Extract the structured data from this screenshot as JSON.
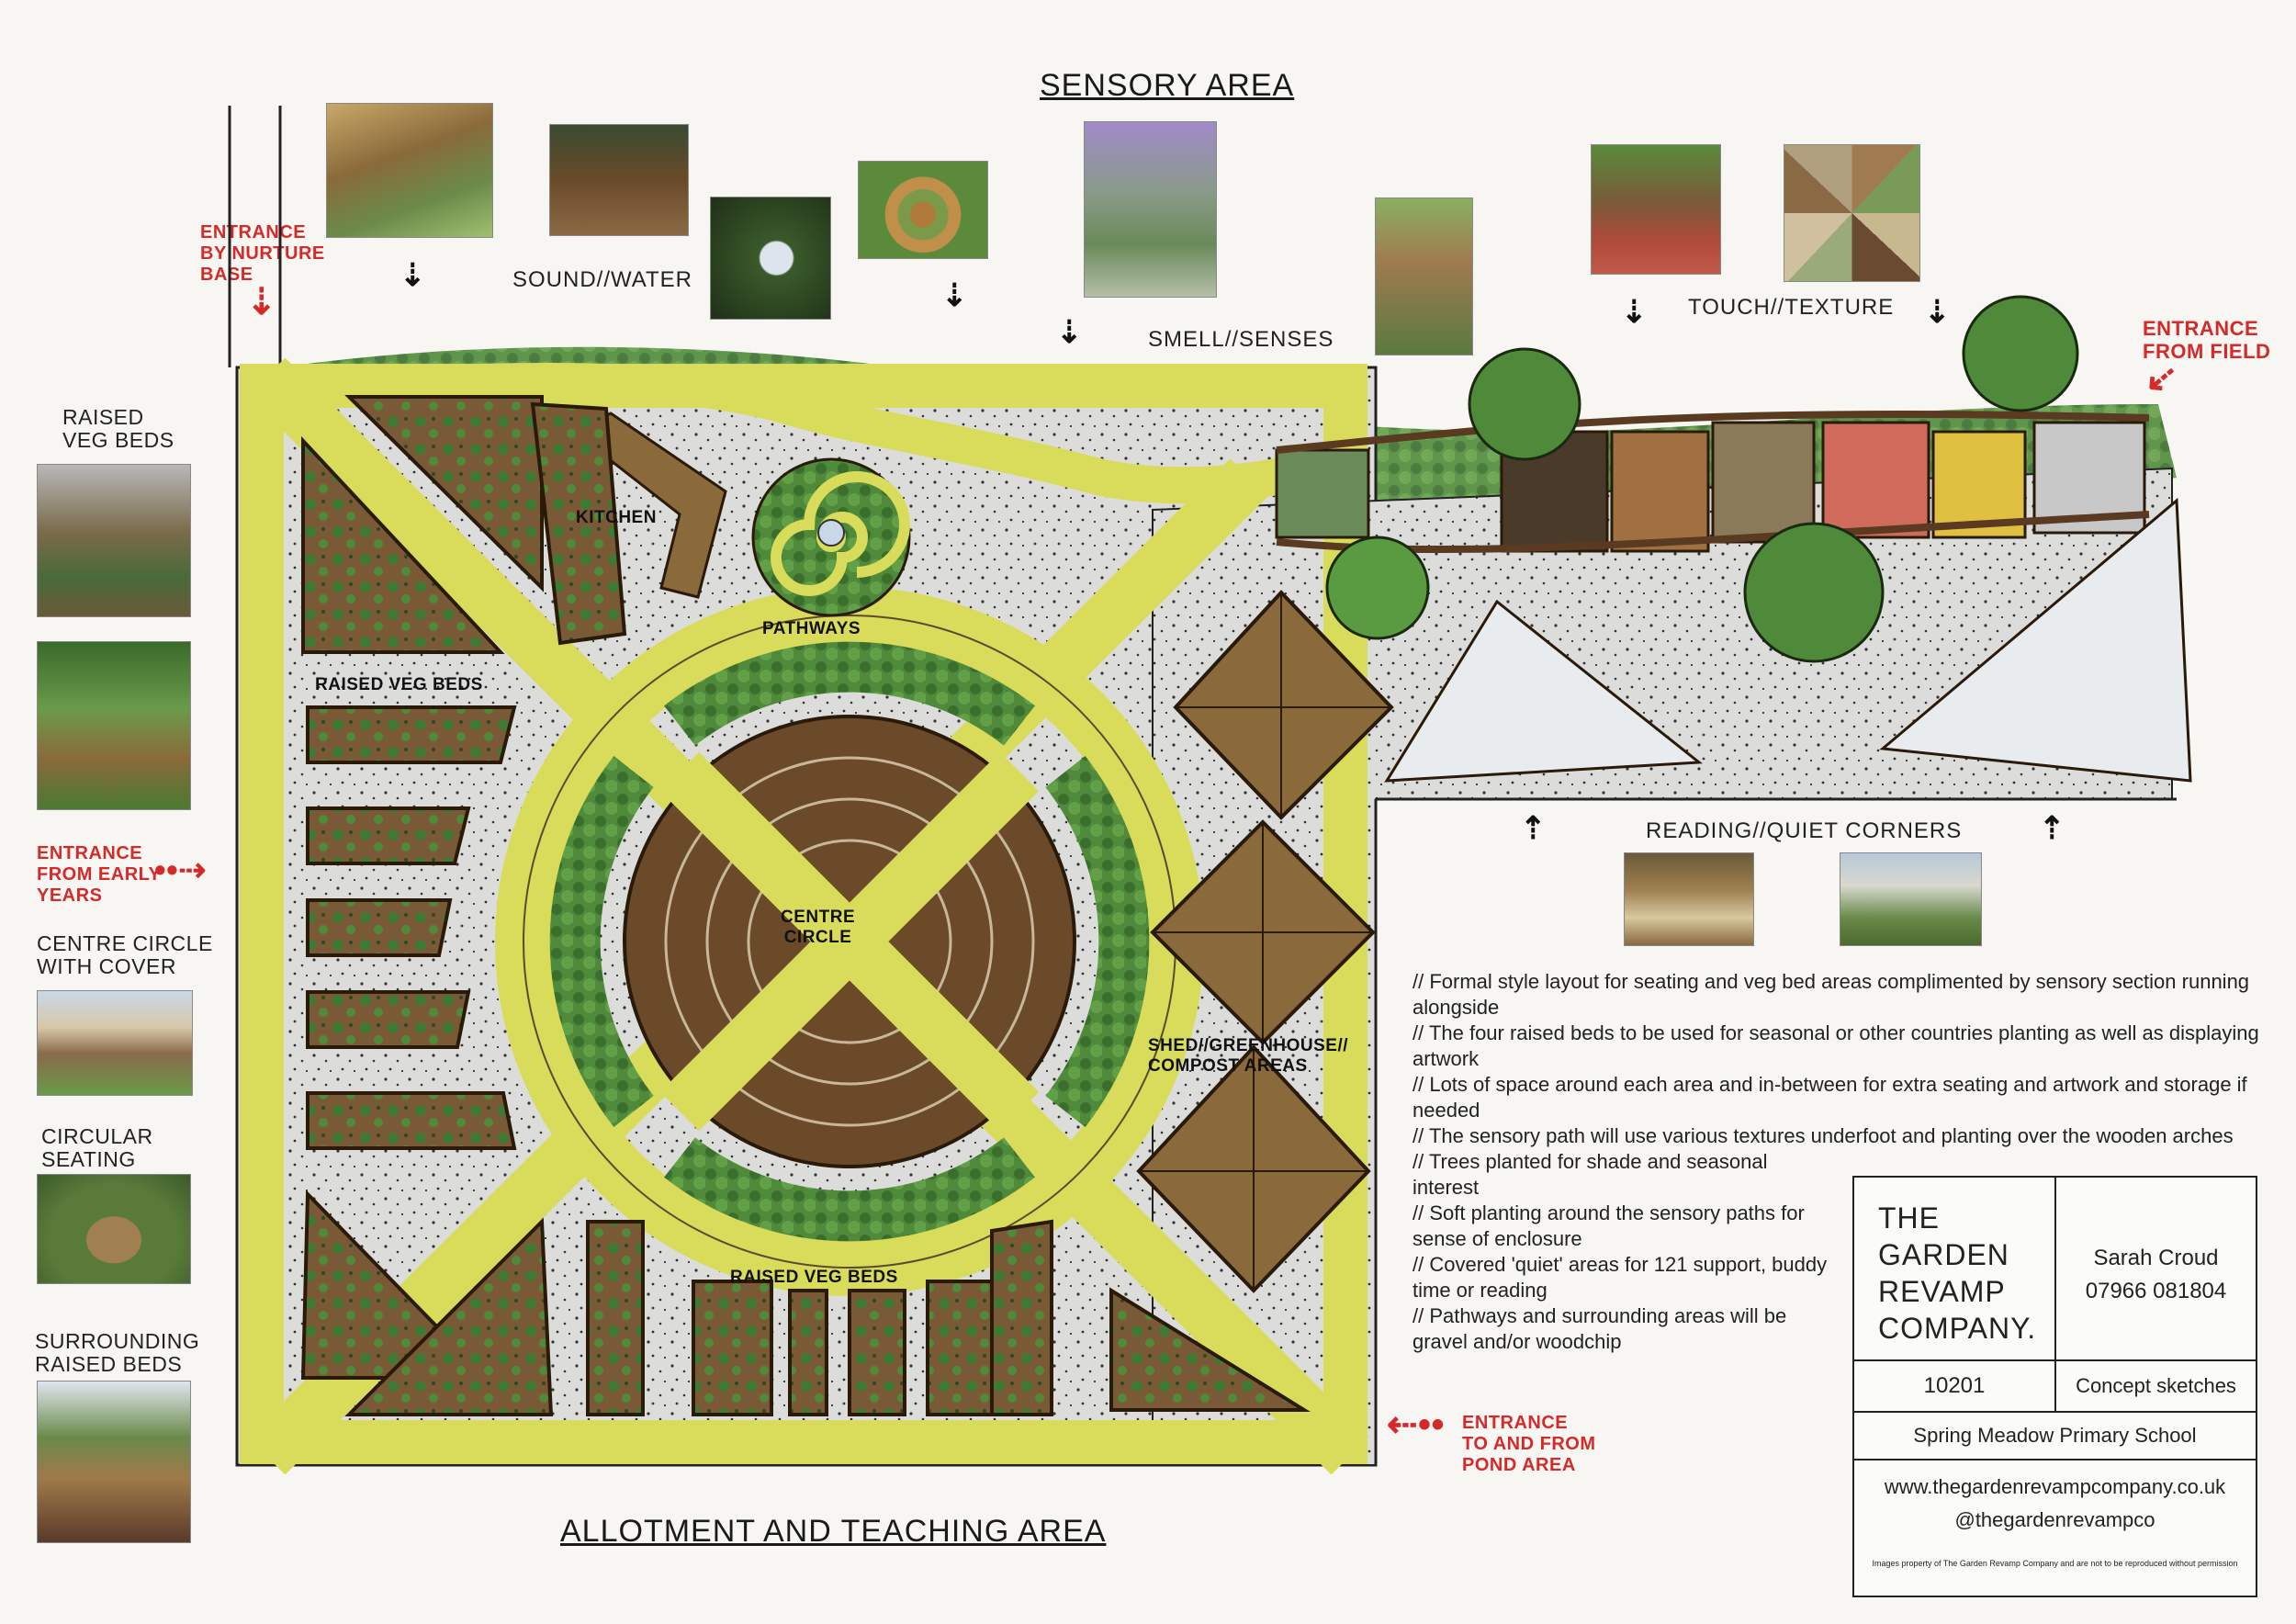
{
  "header": {
    "sensory_area": "SENSORY AREA",
    "allotment_area": "ALLOTMENT AND TEACHING AREA"
  },
  "sensory_captions": {
    "sound_water": "SOUND//WATER",
    "smell_senses": "SMELL//SENSES",
    "touch_texture": "TOUCH//TEXTURE",
    "reading_quiet": "READING//QUIET CORNERS"
  },
  "entrances": {
    "nurture": [
      "ENTRANCE",
      "BY NURTURE",
      "BASE"
    ],
    "field": [
      "ENTRANCE",
      "FROM FIELD"
    ],
    "early_years": [
      "ENTRANCE",
      "FROM EARLY",
      "YEARS"
    ],
    "pond": [
      "ENTRANCE",
      "TO AND FROM",
      "POND AREA"
    ]
  },
  "side_captions": {
    "raised_veg": [
      "RAISED",
      "VEG BEDS"
    ],
    "centre_circle": [
      "CENTRE CIRCLE",
      "WITH COVER"
    ],
    "circular_seating": [
      "CIRCULAR",
      "SEATING"
    ],
    "surrounding_beds": [
      "SURROUNDING",
      "RAISED BEDS"
    ]
  },
  "plan_labels": {
    "kitchen": "KITCHEN",
    "pathways": "PATHWAYS",
    "raised_veg_top": "RAISED VEG BEDS",
    "raised_veg_bottom": "RAISED VEG BEDS",
    "centre_circle": [
      "CENTRE",
      "CIRCLE"
    ],
    "shed": [
      "SHED//GREENHOUSE//",
      "COMPOST AREAS"
    ]
  },
  "notes": [
    "// Formal style layout for seating and veg bed areas complimented by sensory section running alongside",
    "// The four raised beds to be used for seasonal or other countries planting as well as displaying artwork",
    "// Lots of space around each area and in-between for extra seating and artwork and storage if needed",
    "// The sensory path will use various textures underfoot and planting over the wooden arches",
    "// Trees planted for shade and seasonal interest",
    "// Soft planting around the sensory paths for sense of enclosure",
    "// Covered 'quiet' areas for 121 support, buddy time or reading",
    "// Pathways and surrounding areas will be gravel and/or woodchip"
  ],
  "title_block": {
    "company": [
      "THE",
      "GARDEN",
      "REVAMP",
      "COMPANY."
    ],
    "designer": "Sarah Croud",
    "phone": "07966 081804",
    "project_no": "10201",
    "drawing_type": "Concept sketches",
    "client": "Spring Meadow Primary School",
    "website": "www.thegardenrevampcompany.co.uk",
    "social": "@thegardenrevampco",
    "disclaimer": "Images property of The Garden Revamp Company and are not to be reproduced without permission"
  },
  "colors": {
    "path_yellow": "#d9dc5a",
    "soil_brown": "#6b4a2a",
    "planting_green": "#4f8a3a",
    "gravel": "#d8d8d6",
    "entrance_red": "#d42a2a"
  }
}
